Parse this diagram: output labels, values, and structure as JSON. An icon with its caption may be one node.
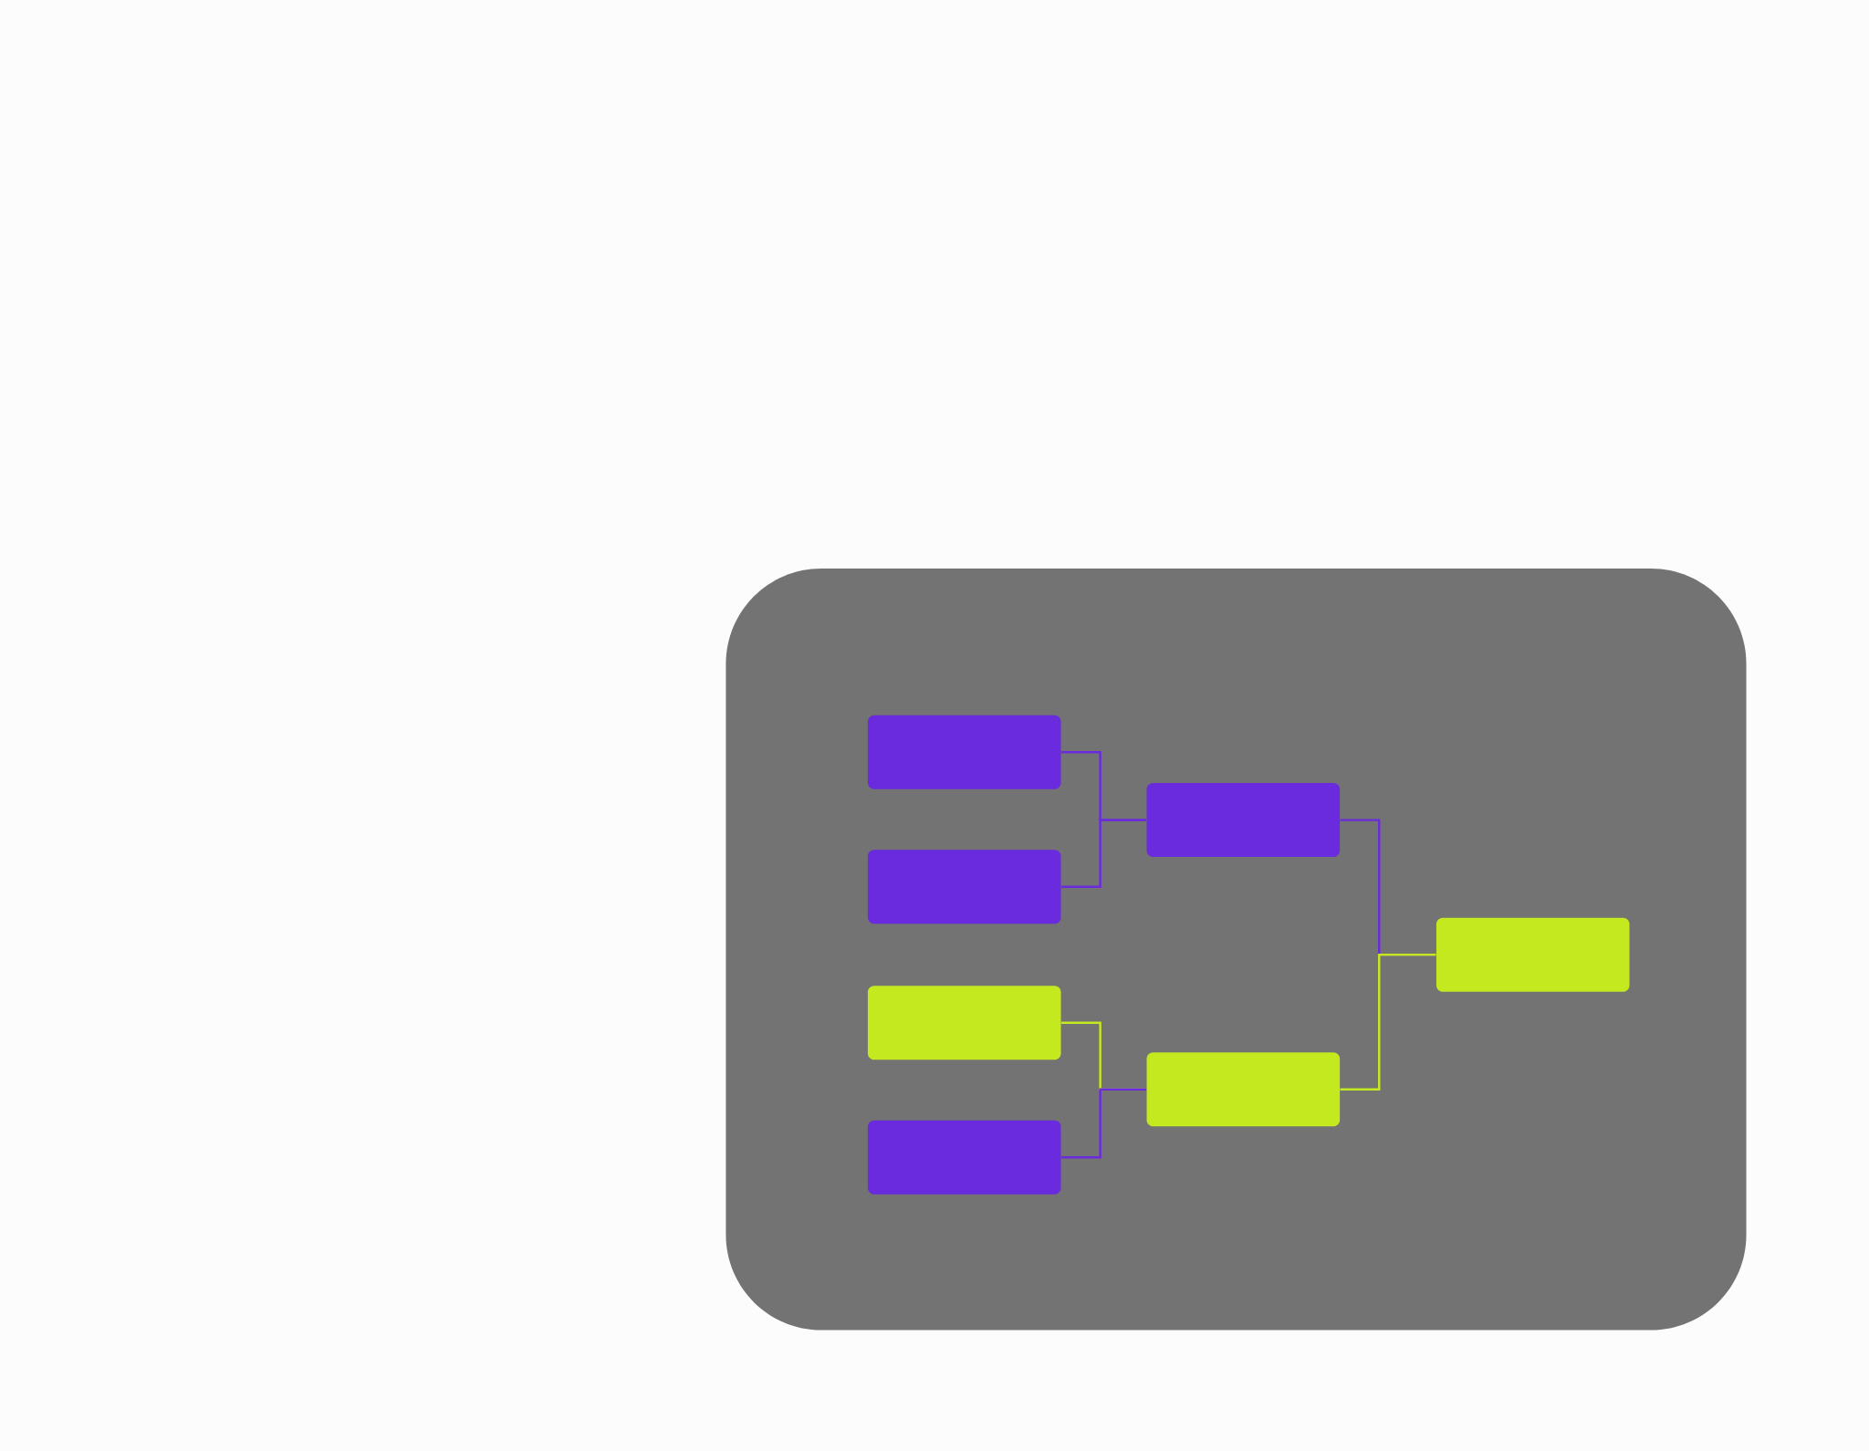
{
  "diagram": {
    "nodes": [
      {
        "text": [],
        "shape": "box"
      },
      {
        "text": [],
        "shape": "box"
      },
      {
        "text": [],
        "shape": "box"
      },
      {
        "text": [],
        "shape": "box"
      },
      {
        "text": [],
        "shape": "box"
      },
      {
        "text": [],
        "shape": "box"
      },
      {
        "text": [],
        "shape": "box"
      }
    ],
    "edges": [
      {
        "from": 0,
        "to": 4,
        "arrow": "none"
      },
      {
        "from": 1,
        "to": 4,
        "arrow": "none"
      },
      {
        "from": 2,
        "to": 5,
        "arrow": "none",
        "color": "#c5e91f"
      },
      {
        "from": 3,
        "to": 5,
        "arrow": "none"
      },
      {
        "from": 4,
        "to": 6,
        "arrow": "none"
      },
      {
        "from": 5,
        "to": 6,
        "arrow": "none",
        "color": "#c5e91f"
      }
    ]
  }
}
